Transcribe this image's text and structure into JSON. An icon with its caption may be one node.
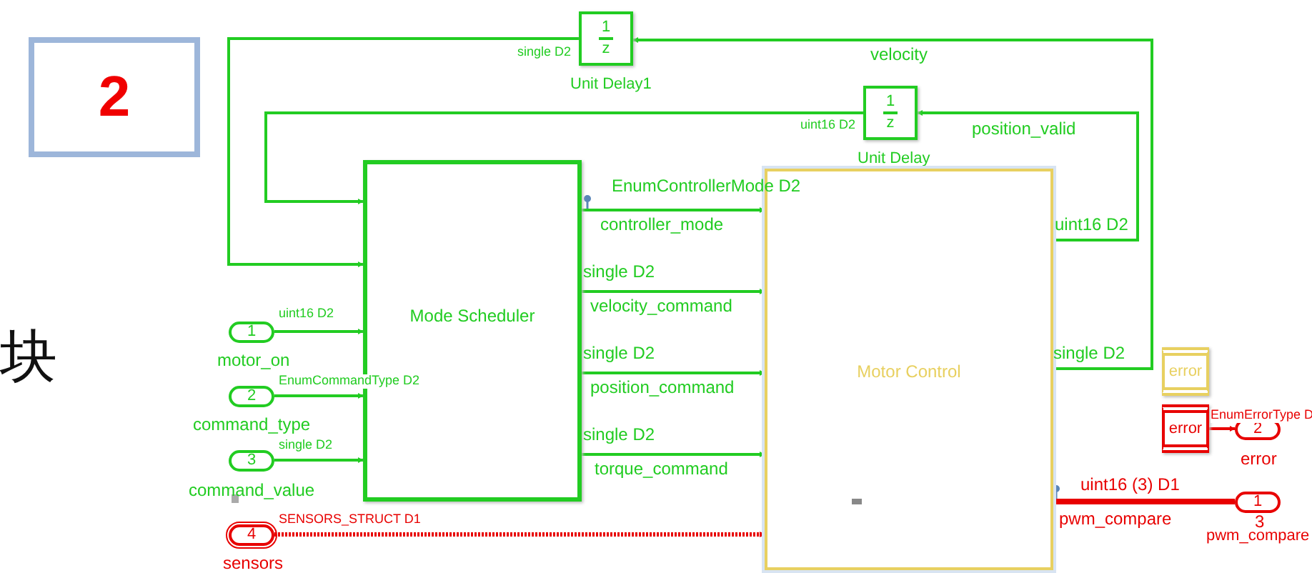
{
  "diagram": {
    "nodes": [
      {
        "text": [
          "2"
        ]
      },
      {
        "text": [
          "1",
          "z"
        ],
        "beside": [
          "Unit Delay1"
        ]
      },
      {
        "text": [
          "1",
          "z"
        ],
        "beside": [
          "Unit Delay"
        ]
      },
      {
        "text": [
          "Mode Scheduler"
        ]
      },
      {
        "text": [
          "Motor Control"
        ]
      },
      {
        "text": [
          "1"
        ],
        "beside": [
          "motor_on"
        ]
      },
      {
        "text": [
          "2"
        ],
        "beside": [
          "command_type"
        ]
      },
      {
        "text": [
          "3"
        ],
        "beside": [
          "command_value"
        ]
      },
      {
        "text": [
          "4"
        ],
        "beside": [
          "sensors"
        ]
      },
      {
        "text": [
          "error"
        ]
      },
      {
        "text": [
          "error"
        ]
      },
      {
        "text": [
          "2"
        ],
        "beside": [
          "error"
        ]
      },
      {
        "text": [
          "1"
        ],
        "beside": [
          "3",
          "pwm_compare"
        ]
      }
    ],
    "edges": [
      {
        "from": 1,
        "to": 3,
        "arrow": "to",
        "label": "single D2"
      },
      {
        "from": 2,
        "to": 3,
        "arrow": "to",
        "label": "uint16 D2"
      },
      {
        "from": 4,
        "to": 1,
        "arrow": "to",
        "label": "velocity"
      },
      {
        "from": 4,
        "to": 2,
        "arrow": "to",
        "label": "position_valid"
      },
      {
        "from": 3,
        "to": 4,
        "arrow": "to",
        "label": "controller_mode"
      },
      {
        "from": 3,
        "to": 4,
        "arrow": "to",
        "label": "velocity_command"
      },
      {
        "from": 3,
        "to": 4,
        "arrow": "to",
        "label": "position_command"
      },
      {
        "from": 3,
        "to": 4,
        "arrow": "to",
        "label": "torque_command"
      },
      {
        "from": 5,
        "to": 3,
        "arrow": "to",
        "label": "uint16 D2"
      },
      {
        "from": 6,
        "to": 3,
        "arrow": "to",
        "label": "EnumCommandType D2"
      },
      {
        "from": 7,
        "to": 3,
        "arrow": "to",
        "label": "single D2"
      },
      {
        "from": 8,
        "to": 4,
        "arrow": "to",
        "label": "SENSORS_STRUCT D1",
        "style": "dashed",
        "color": "#e80000"
      },
      {
        "from": 10,
        "to": 11,
        "arrow": "to",
        "label": "EnumErrorType D",
        "color": "#e80000"
      },
      {
        "from": 4,
        "to": 12,
        "arrow": "to",
        "label": "pwm_compare",
        "style": "thick",
        "color": "#e80000"
      }
    ],
    "labels": [
      "块",
      "EnumControllerMode D2",
      "uint16 D2",
      "single D2",
      "single D2",
      "single D2",
      "single D2",
      "uint16 (3) D1"
    ]
  }
}
